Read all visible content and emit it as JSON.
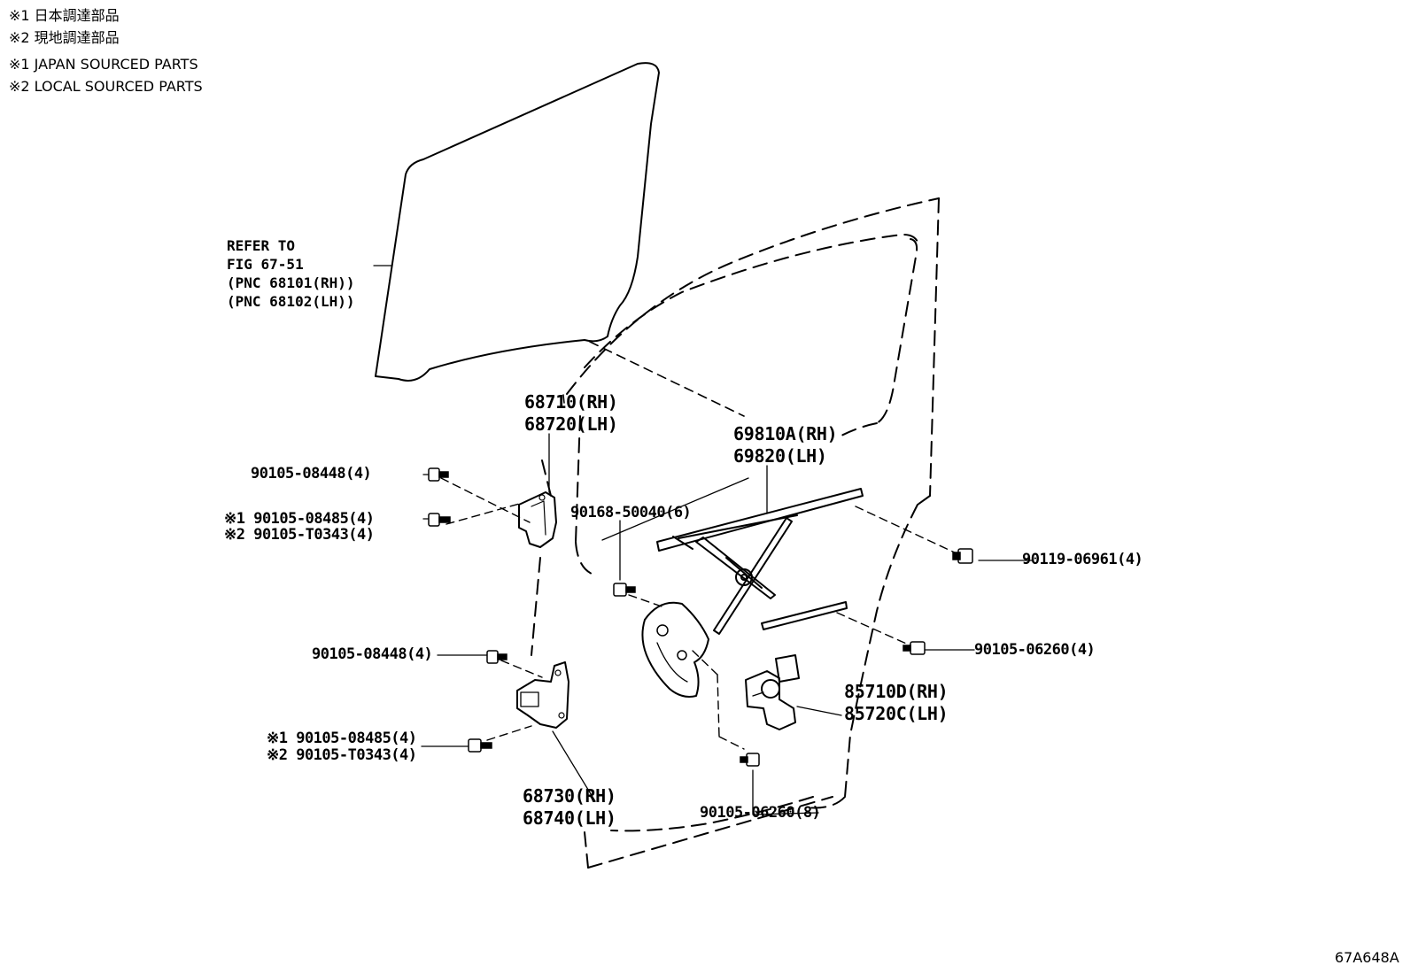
{
  "legend": {
    "line1": "※1 日本調達部品",
    "line2": "※2 現地調達部品",
    "line3": "※1 JAPAN SOURCED PARTS",
    "line4": "※2 LOCAL SOURCED PARTS"
  },
  "glass_ref": {
    "line1": "REFER TO",
    "line2": "FIG 67-51",
    "line3": "(PNC 68101(RH))",
    "line4": "(PNC 68102(LH))"
  },
  "labels": {
    "upper_hinge_rh": "68710(RH)",
    "upper_hinge_lh": "68720(LH)",
    "regulator_rh": "69810A(RH)",
    "regulator_lh": "69820(LH)",
    "bolt_upper_08448": "90105-08448(4)",
    "bolt_upper_08485": "※1 90105-08485(4)",
    "bolt_upper_t0343": "※2 90105-T0343(4)",
    "bolt_50040": "90168-50040(6)",
    "bolt_06961": "90119-06961(4)",
    "bolt_lower_08448": "90105-08448(4)",
    "bolt_06260_4": "90105-06260(4)",
    "motor_rh": "85710D(RH)",
    "motor_lh": "85720C(LH)",
    "bolt_lower_08485": "※1 90105-08485(4)",
    "bolt_lower_t0343": "※2 90105-T0343(4)",
    "lower_hinge_rh": "68730(RH)",
    "lower_hinge_lh": "68740(LH)",
    "bolt_06260_8": "90105-06260(8)"
  },
  "figure_code": "67A648A"
}
